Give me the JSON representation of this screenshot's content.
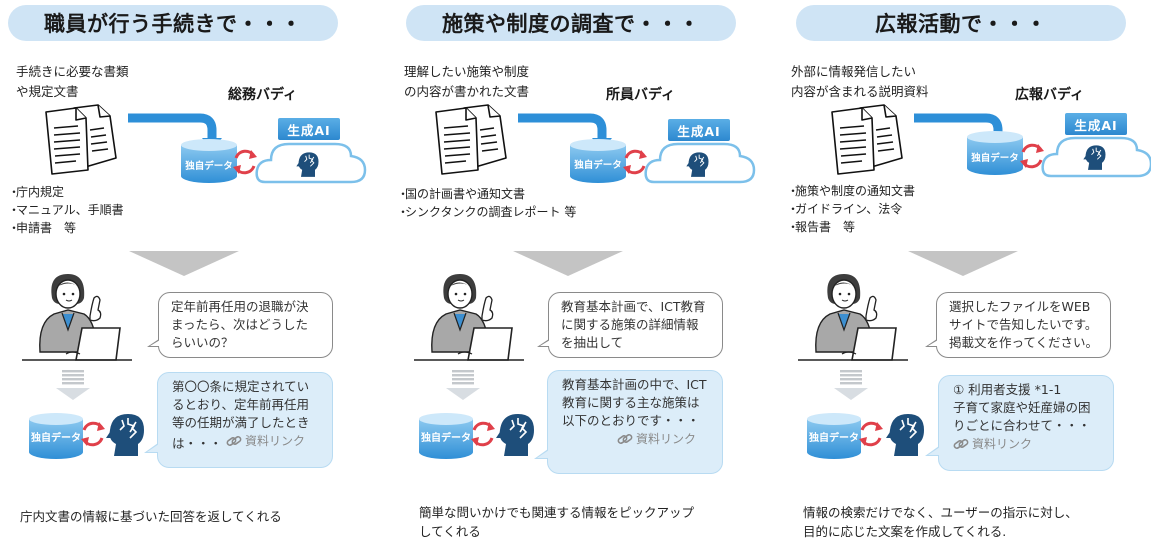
{
  "panels": [
    {
      "title": "職員が行う手続きで・・・",
      "source_label": "手続きに必要な書類\nや規定文書",
      "buddy_name": "総務バディ",
      "db_label": "独自データ",
      "ai_badge": "生成AI",
      "examples": [
        "庁内規定",
        "マニュアル、手順書",
        "申請書　等"
      ],
      "question": "定年前再任用の退職が決まったら、次はどうしたらいいの？",
      "answer": "第〇〇条に規定されているとおり、定年前再任用等の任期が満了したときは・・・",
      "link_label": "資料リンク",
      "footer": "庁内文書の情報に基づいた回答を返してくれる"
    },
    {
      "title": "施策や制度の調査で・・・",
      "source_label": "理解したい施策や制度\nの内容が書かれた文書",
      "buddy_name": "所員バディ",
      "db_label": "独自データ",
      "ai_badge": "生成AI",
      "examples": [
        "国の計画書や通知文書",
        "シンクタンクの調査レポート 等"
      ],
      "question": "教育基本計画で、ICT教育に関する施策の詳細情報を抽出して",
      "answer": "教育基本計画の中で、ICT教育に関する主な施策は以下のとおりです・・・",
      "link_label": "資料リンク",
      "footer": "簡単な問いかけでも関連する情報をピックアップ\nしてくれる"
    },
    {
      "title": "広報活動で・・・",
      "source_label": "外部に情報発信したい\n内容が含まれる説明資料",
      "buddy_name": "広報バディ",
      "db_label": "独自データ",
      "ai_badge": "生成AI",
      "examples": [
        "施策や制度の通知文書",
        "ガイドライン、法令",
        "報告書　等"
      ],
      "question": "選択したファイルをWEBサイトで告知したいです。掲載文を作ってください。",
      "answer": "① 利用者支援 *1-1\n子育て家庭や妊産婦の困りごとに合わせて・・・",
      "link_label": "資料リンク",
      "footer": "情報の検索だけでなく、ユーザーの指示に対し、\n目的に応じた文案を作成してくれる."
    }
  ],
  "icons": {
    "documents": "documents-icon",
    "flow_arrow": "curved-arrow-icon",
    "database": "database-icon",
    "sync": "sync-arrows-icon",
    "cloud": "cloud-icon",
    "ai_head": "ai-brain-head-icon",
    "person": "office-worker-laptop-icon",
    "down_arrow": "down-arrow-icon",
    "link": "link-icon"
  },
  "colors": {
    "title_bg": "#cfe4f5",
    "accent_blue": "#2d88cf",
    "db_blue": "#5aaee6",
    "sync_red": "#e0404a",
    "head_navy": "#1e4e7a",
    "answer_bubble": "#dcedf9",
    "arrow_gray": "#c4c4c4"
  }
}
